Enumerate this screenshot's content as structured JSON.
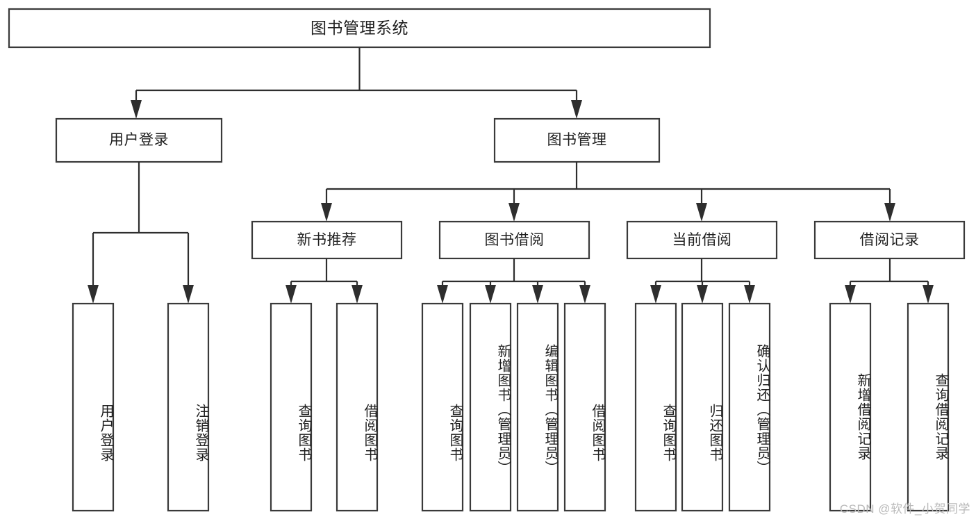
{
  "diagram": {
    "type": "tree-hierarchy",
    "orientation": "top-down",
    "root": {
      "id": "root",
      "label": "图书管理系统",
      "text_direction": "horizontal"
    },
    "level1": [
      {
        "id": "user-login",
        "label": "用户登录",
        "text_direction": "horizontal"
      },
      {
        "id": "book-manage",
        "label": "图书管理",
        "text_direction": "horizontal"
      }
    ],
    "level2": [
      {
        "id": "new-book-recommend",
        "label": "新书推荐",
        "parent": "book-manage",
        "text_direction": "horizontal"
      },
      {
        "id": "book-borrow",
        "label": "图书借阅",
        "parent": "book-manage",
        "text_direction": "horizontal"
      },
      {
        "id": "current-borrow",
        "label": "当前借阅",
        "parent": "book-manage",
        "text_direction": "horizontal"
      },
      {
        "id": "borrow-record",
        "label": "借阅记录",
        "parent": "book-manage",
        "text_direction": "horizontal"
      }
    ],
    "leaves": [
      {
        "id": "leaf-user-login",
        "label": "用户登录",
        "parent": "user-login",
        "text_direction": "vertical"
      },
      {
        "id": "leaf-logout",
        "label": "注销登录",
        "parent": "user-login",
        "text_direction": "vertical"
      },
      {
        "id": "leaf-query-book-1",
        "label": "查询图书",
        "parent": "new-book-recommend",
        "text_direction": "vertical"
      },
      {
        "id": "leaf-borrow-book-1",
        "label": "借阅图书",
        "parent": "new-book-recommend",
        "text_direction": "vertical"
      },
      {
        "id": "leaf-query-book-2",
        "label": "查询图书",
        "parent": "book-borrow",
        "text_direction": "vertical"
      },
      {
        "id": "leaf-add-book",
        "label": "新增图书（管理员）",
        "parent": "book-borrow",
        "text_direction": "vertical"
      },
      {
        "id": "leaf-edit-book",
        "label": "编辑图书（管理员）",
        "parent": "book-borrow",
        "text_direction": "vertical"
      },
      {
        "id": "leaf-borrow-book-2",
        "label": "借阅图书",
        "parent": "book-borrow",
        "text_direction": "vertical"
      },
      {
        "id": "leaf-query-book-3",
        "label": "查询图书",
        "parent": "current-borrow",
        "text_direction": "vertical"
      },
      {
        "id": "leaf-return-book",
        "label": "归还图书",
        "parent": "current-borrow",
        "text_direction": "vertical"
      },
      {
        "id": "leaf-confirm-return",
        "label": "确认归还（管理员）",
        "parent": "current-borrow",
        "text_direction": "vertical"
      },
      {
        "id": "leaf-add-record",
        "label": "新增借阅记录",
        "parent": "borrow-record",
        "text_direction": "vertical"
      },
      {
        "id": "leaf-query-record",
        "label": "查询借阅记录",
        "parent": "borrow-record",
        "text_direction": "vertical"
      }
    ]
  },
  "watermark": {
    "text": "CSDN @软件_小贺同学"
  },
  "colors": {
    "box_stroke": "#3a3a3a",
    "box_fill": "#ffffff",
    "connector": "#2e2e2e",
    "text": "#1f1f1f",
    "watermark": "#b9b9b9",
    "background": "#ffffff"
  }
}
